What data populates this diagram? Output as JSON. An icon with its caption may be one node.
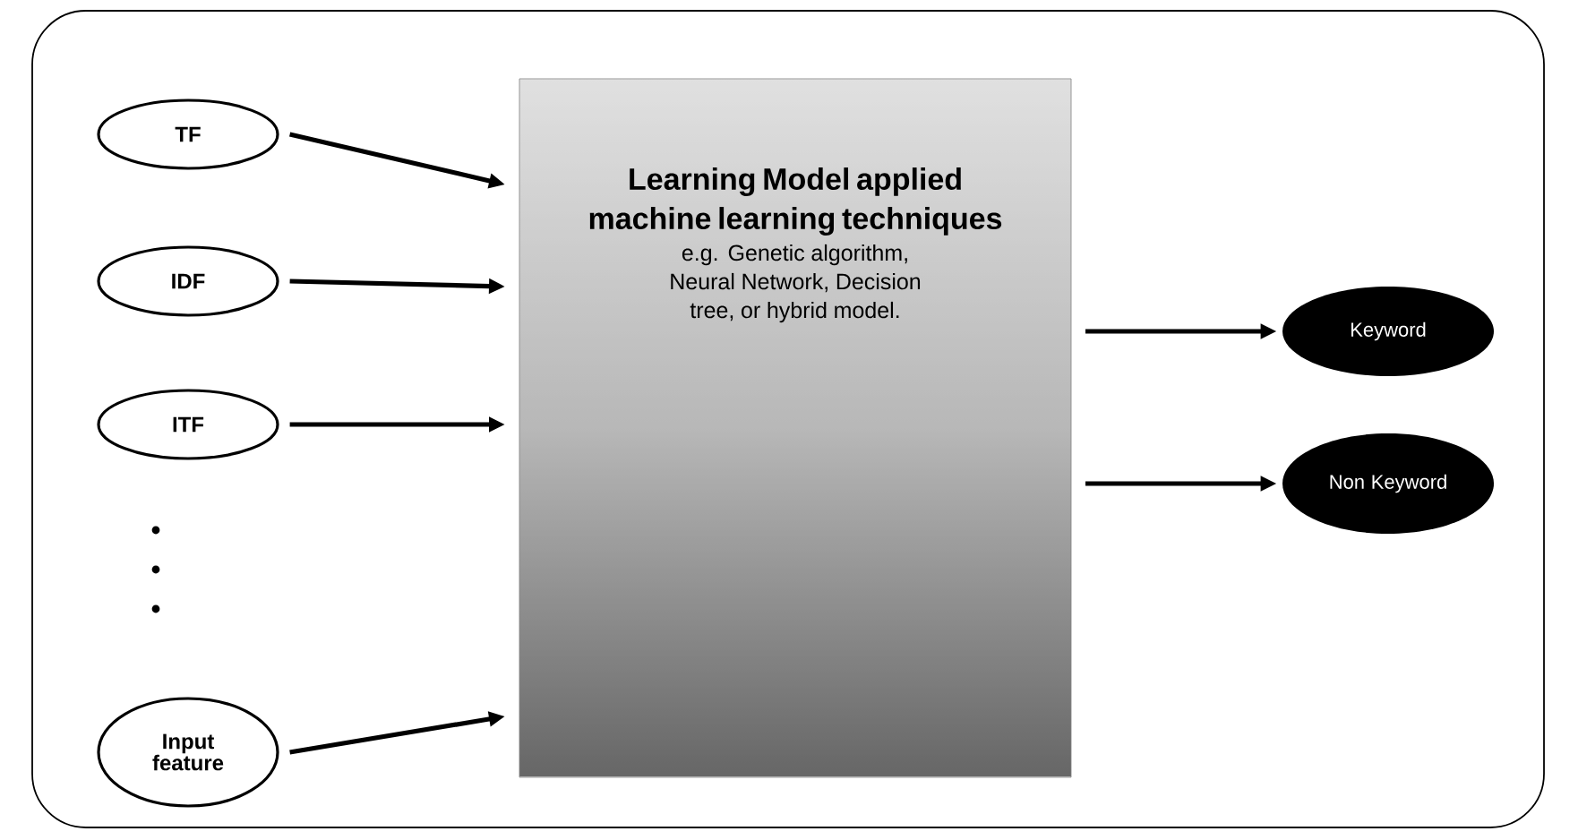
{
  "diagram": {
    "nodes": [
      {
        "text": [
          "TF"
        ]
      },
      {
        "text": [
          "IDF"
        ]
      },
      {
        "text": [
          "ITF"
        ]
      },
      {
        "text": [
          "Input feature"
        ]
      },
      {
        "text": [
          "Learning Model applied machine learning techniques",
          "e.g. Genetic algorithm, Neural Network, Decision tree, or hybrid model."
        ]
      },
      {
        "text": [
          "Keyword"
        ]
      },
      {
        "text": [
          "Non Keyword"
        ]
      }
    ],
    "edges": [
      {
        "from": 0,
        "to": 4,
        "arrow": "to"
      },
      {
        "from": 1,
        "to": 4,
        "arrow": "to"
      },
      {
        "from": 2,
        "to": 4,
        "arrow": "to"
      },
      {
        "from": 3,
        "to": 4,
        "arrow": "to"
      },
      {
        "from": 4,
        "to": 5,
        "arrow": "to"
      },
      {
        "from": 4,
        "to": 6,
        "arrow": "to"
      }
    ]
  }
}
